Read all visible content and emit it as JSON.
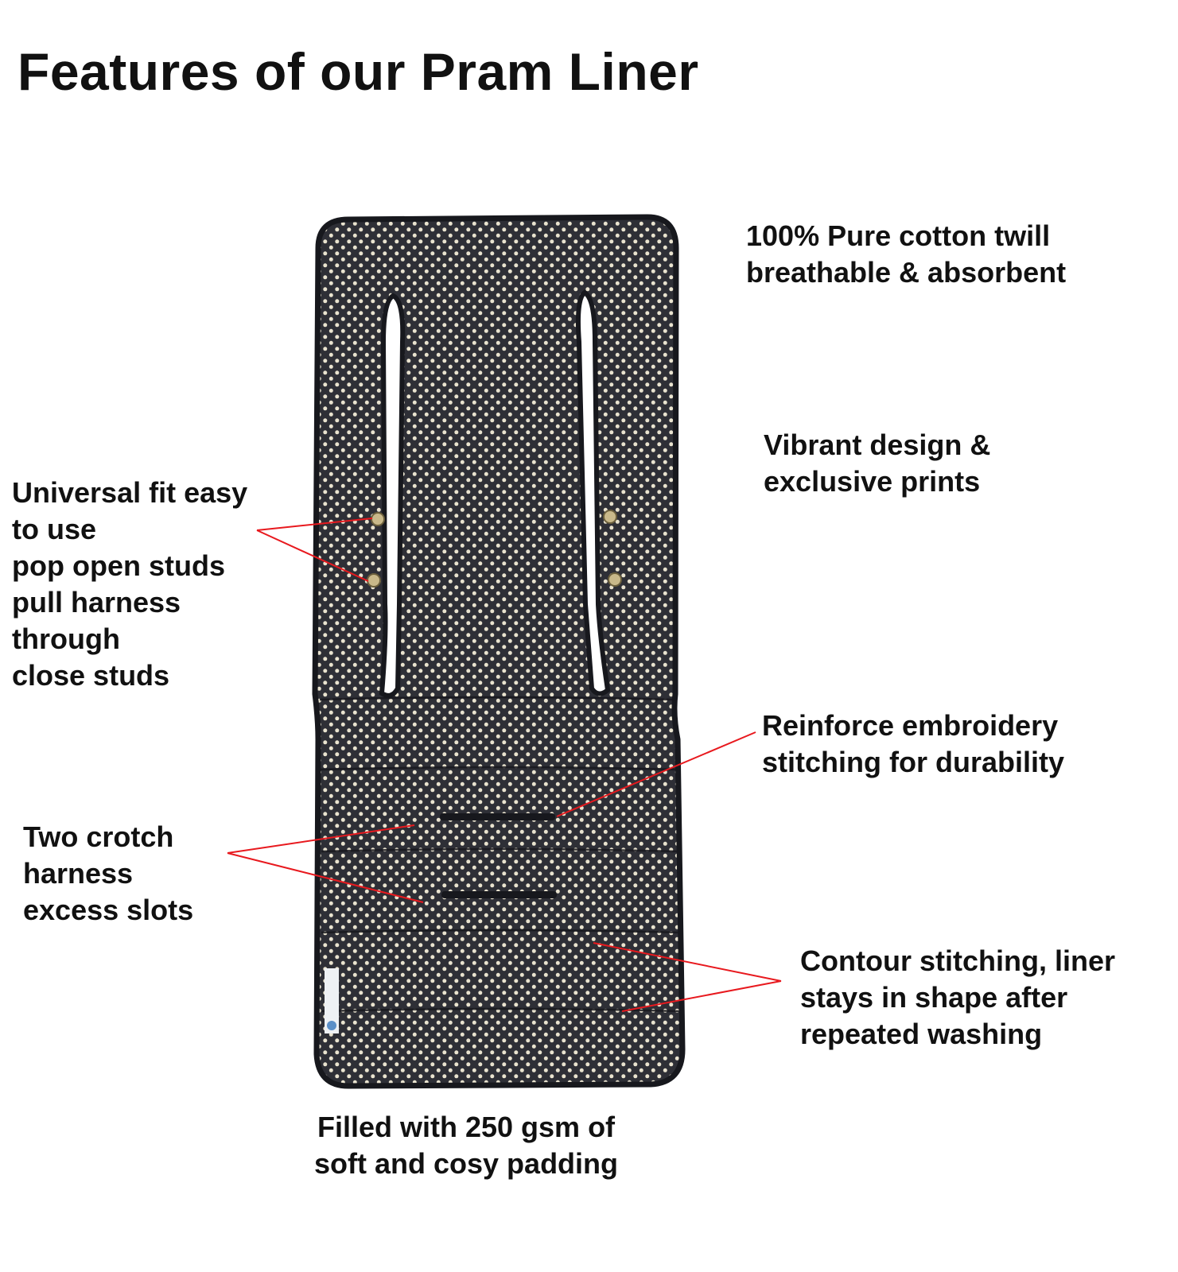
{
  "title": "Features of our Pram Liner",
  "features": {
    "cotton": [
      "100% Pure cotton twill",
      "breathable & absorbent"
    ],
    "vibrant": [
      "Vibrant design &",
      "exclusive prints"
    ],
    "universal": [
      "Universal fit easy",
      "to use",
      "pop open studs",
      "pull harness",
      "through",
      "close studs"
    ],
    "reinforce": [
      "Reinforce embroidery",
      "stitching for durability"
    ],
    "crotch": [
      "Two crotch",
      "harness",
      "excess slots"
    ],
    "contour": [
      "Contour stitching, liner",
      "stays in shape after",
      "repeated washing"
    ],
    "filled": [
      "Filled with 250 gsm of",
      "soft and cosy padding"
    ]
  },
  "colors": {
    "fabric": "#2e2f36",
    "dot": "#e9e3cf",
    "piping": "#17181d",
    "leader_line": "#e8191e",
    "stud": "#c9b98a"
  }
}
